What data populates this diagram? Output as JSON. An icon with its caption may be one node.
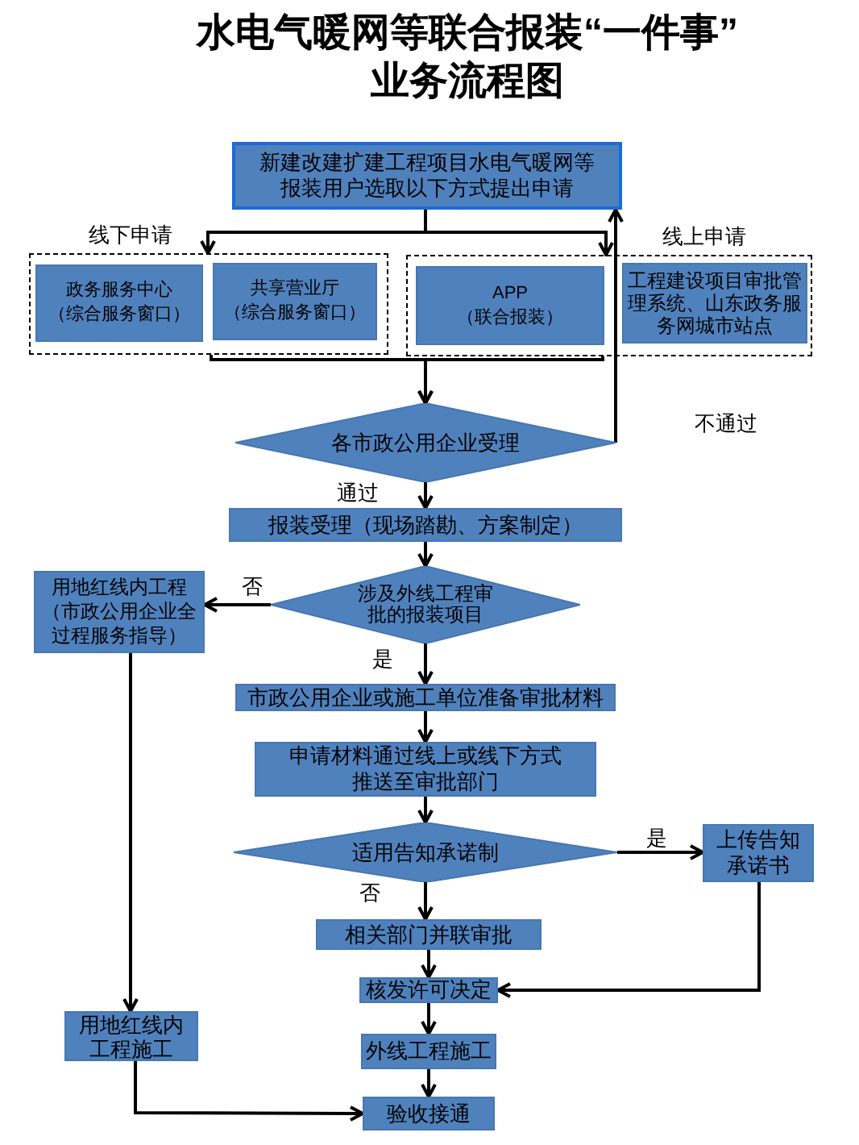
{
  "diagram": {
    "title": "水电气暖网等联合报装“一件事”业务流程图",
    "nodes": [
      {
        "text": [
          "新建改建扩建工程项目水电气暖网等报装用户选取以下方式提出申请"
        ]
      },
      {
        "text": [
          "线下申请"
        ]
      },
      {
        "text": [
          "政务服务中心（综合服务窗口）"
        ],
        "in": 1
      },
      {
        "text": [
          "共享营业厅（综合服务窗口）"
        ],
        "in": 1
      },
      {
        "text": [
          "线上申请"
        ]
      },
      {
        "text": [
          "APP（联合报装）"
        ],
        "in": 4
      },
      {
        "text": [
          "工程建设项目审批管理系统、山东政务服务网城市站点"
        ],
        "in": 4
      },
      {
        "text": [
          "各市政公用企业受理"
        ]
      },
      {
        "text": [
          "报装受理（现场踏勘、方案制定）"
        ]
      },
      {
        "text": [
          "涉及外线工程审批的报装项目"
        ]
      },
      {
        "text": [
          "用地红线内工程（市政公用企业全过程服务指导）"
        ]
      },
      {
        "text": [
          "市政公用企业或施工单位准备审批材料"
        ]
      },
      {
        "text": [
          "申请材料通过线上或线下方式推送至审批部门"
        ]
      },
      {
        "text": [
          "适用告知承诺制"
        ]
      },
      {
        "text": [
          "上传告知承诺书"
        ]
      },
      {
        "text": [
          "相关部门并联审批"
        ]
      },
      {
        "text": [
          "核发许可决定"
        ]
      },
      {
        "text": [
          "用地红线内工程施工"
        ]
      },
      {
        "text": [
          "外线工程施工"
        ]
      },
      {
        "text": [
          "验收接通"
        ]
      }
    ],
    "edges": [
      {
        "from": 0,
        "to": 1,
        "arrow": "to"
      },
      {
        "from": 0,
        "to": 4,
        "arrow": "to"
      },
      {
        "from": 1,
        "to": 7,
        "arrow": "to"
      },
      {
        "from": 4,
        "to": 7,
        "arrow": "to"
      },
      {
        "from": 7,
        "to": 0,
        "arrow": "to",
        "label": "不通过"
      },
      {
        "from": 7,
        "to": 8,
        "arrow": "to",
        "label": "通过"
      },
      {
        "from": 8,
        "to": 9,
        "arrow": "to"
      },
      {
        "from": 9,
        "to": 10,
        "arrow": "to",
        "label": "否"
      },
      {
        "from": 9,
        "to": 11,
        "arrow": "to",
        "label": "是"
      },
      {
        "from": 11,
        "to": 12,
        "arrow": "to"
      },
      {
        "from": 12,
        "to": 13,
        "arrow": "to"
      },
      {
        "from": 13,
        "to": 14,
        "arrow": "to",
        "label": "是"
      },
      {
        "from": 13,
        "to": 15,
        "arrow": "to",
        "label": "否"
      },
      {
        "from": 14,
        "to": 16,
        "arrow": "to"
      },
      {
        "from": 15,
        "to": 16,
        "arrow": "to"
      },
      {
        "from": 16,
        "to": 18,
        "arrow": "to"
      },
      {
        "from": 18,
        "to": 19,
        "arrow": "to"
      },
      {
        "from": 10,
        "to": 17,
        "arrow": "to"
      },
      {
        "from": 17,
        "to": 19,
        "arrow": "to"
      }
    ]
  }
}
